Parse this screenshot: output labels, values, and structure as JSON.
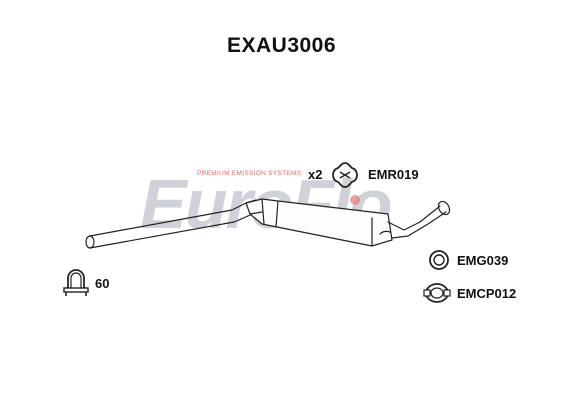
{
  "title": "EXAU3006",
  "watermark": {
    "brand": "EuroFlo",
    "tagline": "PREMIUM EMISSION SYSTEMS",
    "brand_color": "#c9ccd4",
    "accent_color": "#d94a4a"
  },
  "parts": {
    "rubber_mount": {
      "qty": "x2",
      "code": "EMR019",
      "icon": "rubber-mount-icon"
    },
    "gasket": {
      "code": "EMG039",
      "icon": "ring-gasket-icon"
    },
    "clamp": {
      "code": "EMCP012",
      "icon": "band-clamp-icon"
    },
    "u_clamp": {
      "size": "60",
      "icon": "u-bolt-clamp-icon"
    }
  },
  "component": {
    "icon": "exhaust-silencer-pipe-icon"
  }
}
